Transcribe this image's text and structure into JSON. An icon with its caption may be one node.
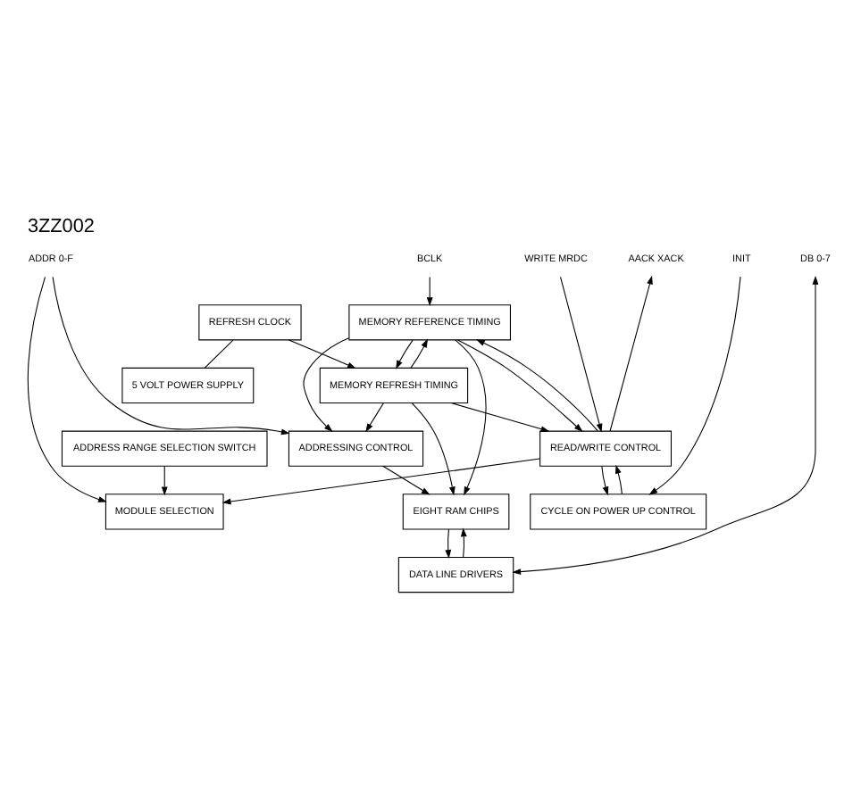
{
  "diagram": {
    "title": "3ZZ002",
    "nodes": [
      {
        "text": [
          "ADDR 0-F"
        ]
      },
      {
        "text": [
          "BCLK"
        ]
      },
      {
        "text": [
          "AACK XACK"
        ]
      },
      {
        "text": [
          "WRITE MRDC"
        ]
      },
      {
        "text": [
          "INIT"
        ]
      },
      {
        "text": [
          "DB 0-7"
        ]
      },
      {
        "text": [
          "REFRESH CLOCK"
        ]
      },
      {
        "text": [
          "5 VOLT POWER SUPPLY"
        ]
      },
      {
        "text": [
          "ADDRESS RANGE SELECTION SWITCH"
        ]
      },
      {
        "text": [
          "MEMORY REFRESH TIMING"
        ]
      },
      {
        "text": [
          "MEMORY REFERENCE TIMING"
        ]
      },
      {
        "text": [
          "MODULE SELECTION"
        ]
      },
      {
        "text": [
          "ADDRESSING CONTROL"
        ]
      },
      {
        "text": [
          "READ/WRITE CONTROL"
        ]
      },
      {
        "text": [
          "EIGHT RAM CHIPS"
        ]
      },
      {
        "text": [
          "CYCLE ON POWER UP CONTROL"
        ]
      },
      {
        "text": [
          "DATA LINE DRIVERS"
        ]
      }
    ],
    "edges": [
      {
        "from": 0,
        "to": 11,
        "arrow": "to"
      },
      {
        "from": 0,
        "to": 12,
        "arrow": "to"
      },
      {
        "from": 6,
        "to": 7,
        "arrow": "none"
      },
      {
        "from": 6,
        "to": 9,
        "arrow": "to"
      },
      {
        "from": 1,
        "to": 10,
        "arrow": "to"
      },
      {
        "from": 8,
        "to": 11,
        "arrow": "to"
      },
      {
        "from": 10,
        "to": 9,
        "arrow": "to"
      },
      {
        "from": 9,
        "to": 10,
        "arrow": "to"
      },
      {
        "from": 9,
        "to": 12,
        "arrow": "to"
      },
      {
        "from": 9,
        "to": 13,
        "arrow": "to"
      },
      {
        "from": 9,
        "to": 14,
        "arrow": "to"
      },
      {
        "from": 10,
        "to": 12,
        "arrow": "to"
      },
      {
        "from": 10,
        "to": 14,
        "arrow": "to"
      },
      {
        "from": 10,
        "to": 13,
        "arrow": "to"
      },
      {
        "from": 13,
        "to": 10,
        "arrow": "to"
      },
      {
        "from": 13,
        "to": 2,
        "arrow": "to"
      },
      {
        "from": 3,
        "to": 13,
        "arrow": "to"
      },
      {
        "from": 12,
        "to": 14,
        "arrow": "to"
      },
      {
        "from": 13,
        "to": 15,
        "arrow": "to"
      },
      {
        "from": 15,
        "to": 13,
        "arrow": "to"
      },
      {
        "from": 4,
        "to": 15,
        "arrow": "to"
      },
      {
        "from": 13,
        "to": 11,
        "arrow": "to"
      },
      {
        "from": 14,
        "to": 16,
        "arrow": "to"
      },
      {
        "from": 16,
        "to": 14,
        "arrow": "to"
      },
      {
        "from": 5,
        "to": 16,
        "arrow": "both"
      }
    ]
  }
}
